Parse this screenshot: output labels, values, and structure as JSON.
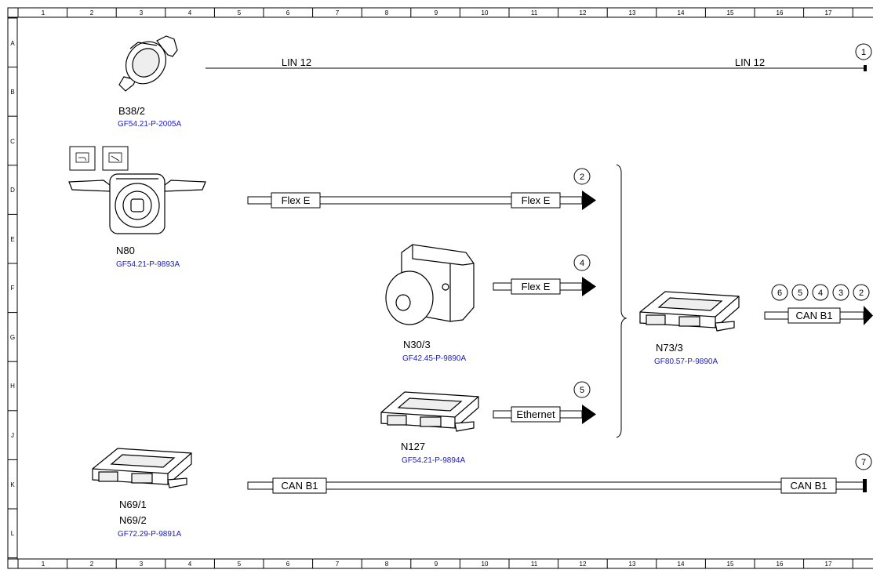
{
  "ruler": {
    "columns": [
      "1",
      "2",
      "3",
      "4",
      "5",
      "6",
      "7",
      "8",
      "9",
      "10",
      "11",
      "12",
      "13",
      "14",
      "15",
      "16",
      "17"
    ],
    "rows": [
      "A",
      "B",
      "C",
      "D",
      "E",
      "F",
      "G",
      "H",
      "J",
      "K",
      "L"
    ]
  },
  "components": {
    "b38_2": {
      "name": "B38/2",
      "ref": "GF54.21-P-2005A"
    },
    "n80": {
      "name": "N80",
      "ref": "GF54.21-P-9893A"
    },
    "n30_3": {
      "name": "N30/3",
      "ref": "GF42.45-P-9890A"
    },
    "n127": {
      "name": "N127",
      "ref": "GF54.21-P-9894A"
    },
    "n73_3": {
      "name": "N73/3",
      "ref": "GF80.57-P-9890A"
    },
    "n69": {
      "name1": "N69/1",
      "name2": "N69/2",
      "ref": "GF72.29-P-9891A"
    }
  },
  "buses": {
    "lin_left": "LIN 12",
    "lin_right": "LIN 12",
    "flex_e_1_left": "Flex E",
    "flex_e_1_right": "Flex E",
    "flex_e_2": "Flex E",
    "ethernet": "Ethernet",
    "can_b1_right_module": "CAN B1",
    "can_b1_bottom_left": "CAN B1",
    "can_b1_bottom_right": "CAN B1"
  },
  "connection_numbers": {
    "lin": "1",
    "flex_e_1": "2",
    "flex_e_2": "4",
    "ethernet": "5",
    "can_group": [
      "6",
      "5",
      "4",
      "3",
      "2"
    ],
    "can_bottom": "7"
  },
  "colors": {
    "line": "#000000",
    "reference_link": "#1a1acc"
  }
}
